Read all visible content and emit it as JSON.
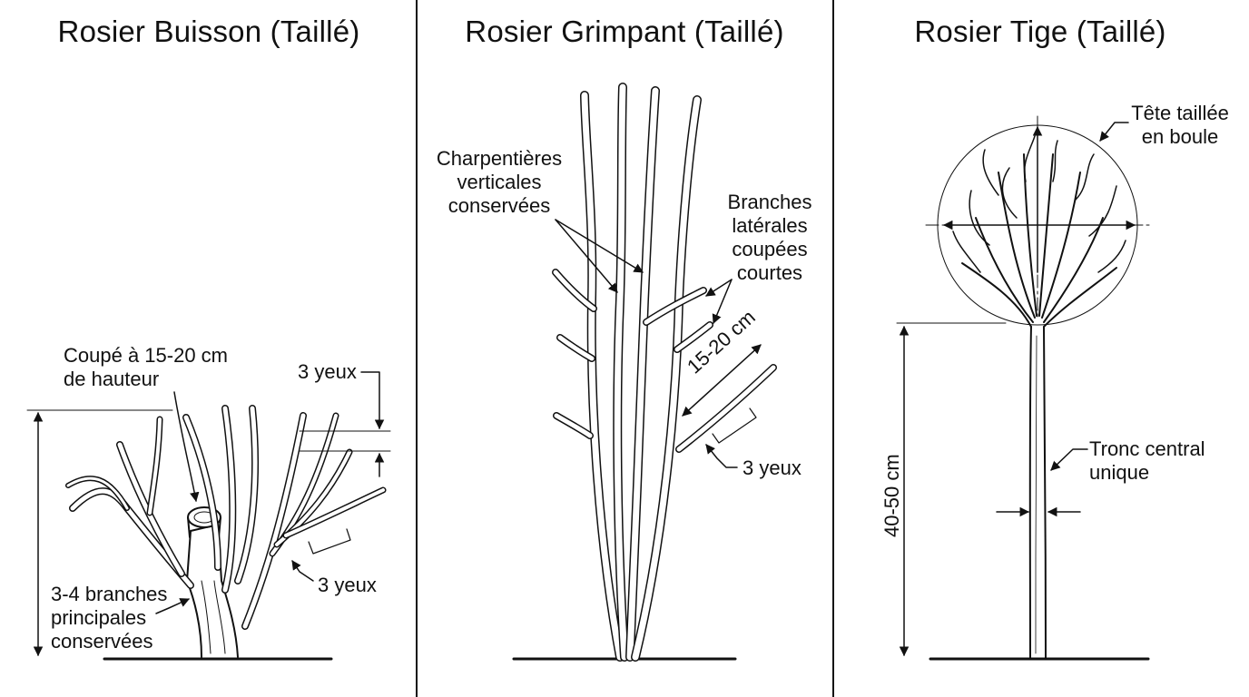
{
  "panels": [
    {
      "title": "Rosier Buisson (Taillé)"
    },
    {
      "title": "Rosier Grimpant (Taillé)"
    },
    {
      "title": "Rosier Tige (Taillé)"
    }
  ],
  "labels": {
    "bush_cut": [
      "Coupé à 15-20 cm",
      "de hauteur"
    ],
    "bush_eyes_top": "3 yeux",
    "bush_eyes_side": "3 yeux",
    "bush_branches": [
      "3-4 branches",
      "principales",
      "conservées"
    ],
    "climb_vertical": [
      "Charpentières",
      "verticales",
      "conservées"
    ],
    "climb_lateral": [
      "Branches",
      "latérales",
      "coupées",
      "courtes"
    ],
    "climb_length": "15-20 cm",
    "climb_eyes": "3 yeux",
    "std_head": [
      "Tête taillée",
      "en boule"
    ],
    "std_trunk": [
      "Tronc central",
      "unique"
    ],
    "std_height": "40-50 cm"
  },
  "colors": {
    "ink": "#111111",
    "background": "#ffffff"
  }
}
